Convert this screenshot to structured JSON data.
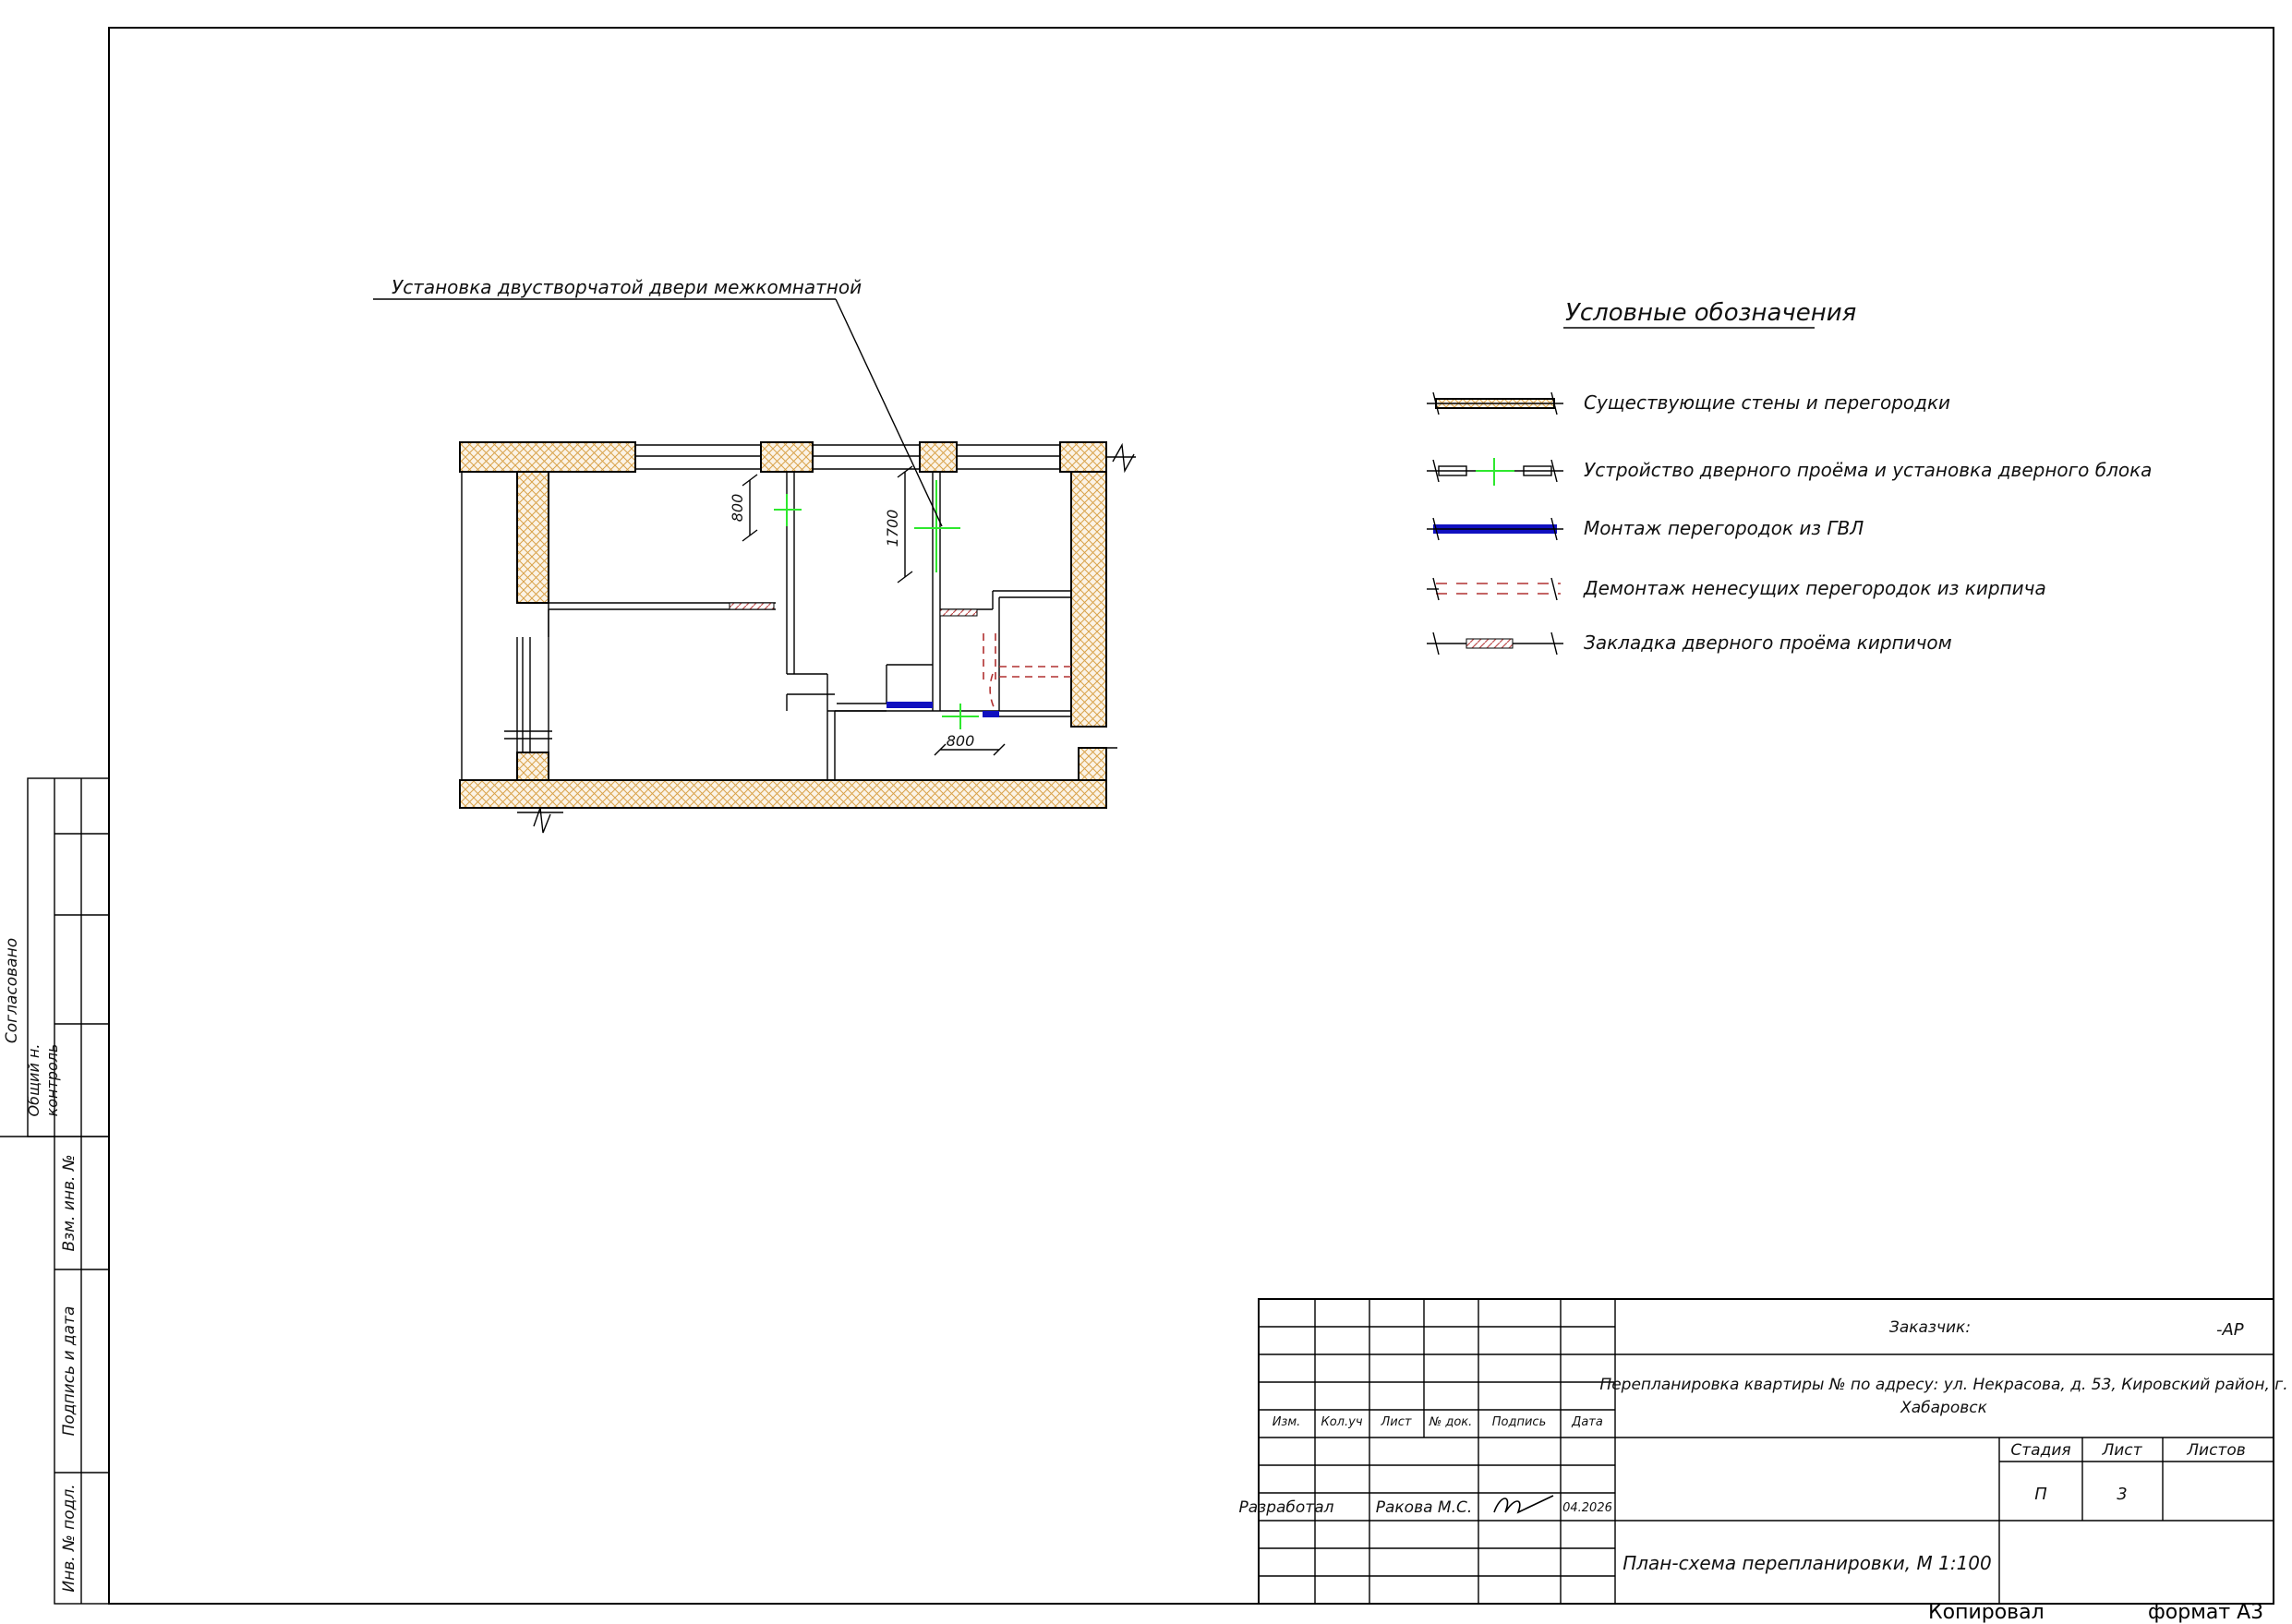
{
  "callout": {
    "door_install": "Установка двустворчатой двери межкомнатной"
  },
  "legend": {
    "title": "Условные обозначения",
    "items": [
      "Существующие стены и перегородки",
      "Устройство дверного проёма и установка дверного блока",
      "Монтаж перегородок из ГВЛ",
      "Демонтаж ненесущих перегородок из кирпича",
      "Закладка дверного проёма кирпичом"
    ]
  },
  "dimensions": {
    "d1": "800",
    "d2": "1700",
    "d3": "800"
  },
  "side_stamp": {
    "agreed": "Согласовано",
    "general_control": "Общий н. контроль",
    "replace_inv": "Взм. инв. №",
    "sign_date": "Подпись и дата",
    "inv_orig": "Инв. № подл."
  },
  "title_block": {
    "customer": "Заказчик:",
    "doc_code": "-АР",
    "project": "Перепланировка квартиры №    по адресу: ул. Некрасова, д. 53, Кировский район, г. Хабаровск",
    "project_line1": "Перепланировка квартиры №    по адресу: ул. Некрасова, д. 53, Кировский район, г.",
    "project_line2": "Хабаровск",
    "headers": [
      "Изм.",
      "Кол.уч",
      "Лист",
      "№ док.",
      "Подпись",
      "Дата"
    ],
    "stage_label": "Стадия",
    "sheet_label": "Лист",
    "sheets_label": "Листов",
    "stage_value": "П",
    "sheet_value": "3",
    "developed_label": "Разработал",
    "developer": "Ракова М.С.",
    "date": "04.2026",
    "drawing_title": "План-схема перепланировки, М 1:100"
  },
  "footer": {
    "copied": "Копировал",
    "format": "формат А3"
  },
  "colors": {
    "hatch": "#d9a24a",
    "new_door": "#2ee82e",
    "gvl": "#1010c0",
    "demolish": "#b03030",
    "brick_fill": "#c05050"
  }
}
